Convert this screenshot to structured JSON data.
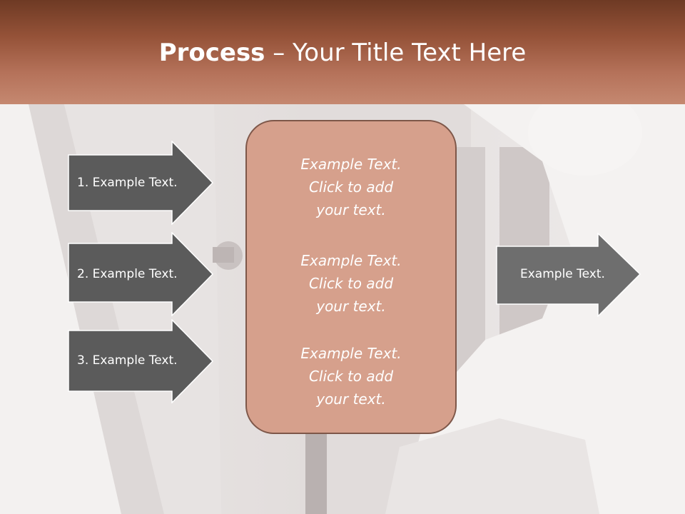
{
  "title": {
    "bold": "Process",
    "rest": " – Your Title Text Here"
  },
  "left_arrows": [
    {
      "label": "1. Example Text."
    },
    {
      "label": "2. Example Text."
    },
    {
      "label": "3. Example Text."
    }
  ],
  "center_box": {
    "blocks": [
      {
        "lines": [
          "Example Text.",
          "Click  to add",
          "your text."
        ]
      },
      {
        "lines": [
          "Example Text.",
          "Click  to add",
          "your text."
        ]
      },
      {
        "lines": [
          "Example Text.",
          "Click  to add",
          "your text."
        ]
      }
    ]
  },
  "right_arrow": {
    "label": "Example Text."
  },
  "colors": {
    "banner": "#955238",
    "arrow_fill": "#5b5b5b",
    "right_arrow_fill": "#6e6e6e",
    "center_box_fill": "#d6a08c"
  }
}
